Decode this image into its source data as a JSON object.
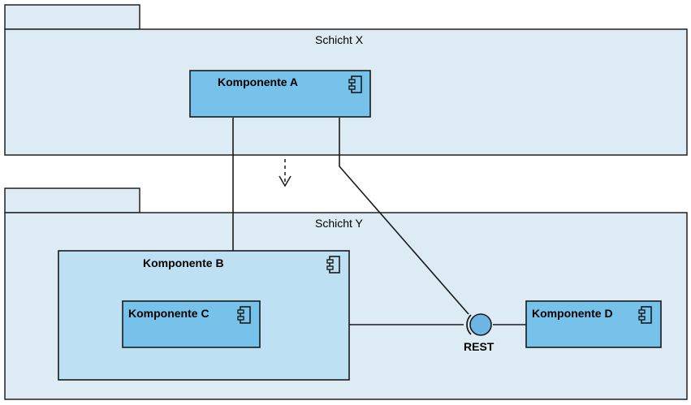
{
  "layers": [
    {
      "id": "x",
      "label": "Schicht X"
    },
    {
      "id": "y",
      "label": "Schicht Y"
    }
  ],
  "components": {
    "a": {
      "label": "Komponente A"
    },
    "b": {
      "label": "Komponente B"
    },
    "c": {
      "label": "Komponente C"
    },
    "d": {
      "label": "Komponente D"
    }
  },
  "interface": {
    "label": "REST"
  },
  "colors": {
    "layer_fill": "#dcebf4",
    "component_fill": "#77c2ea",
    "component_outer_fill": "#bde0f2",
    "interface_fill": "#6cb6e6"
  }
}
